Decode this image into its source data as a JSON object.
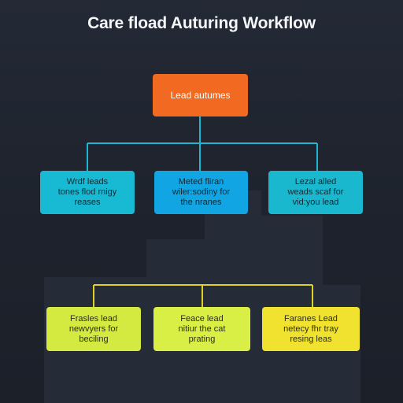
{
  "title": "Care ﬂoad Auturing Workflow",
  "root": {
    "label": "Lead autumes"
  },
  "tier2": [
    {
      "label": "Wrdf leads\ntones ﬂod rnigy\nreases"
    },
    {
      "label": "Meted ﬂiran\nwiler:sodiny for\nthe nranes"
    },
    {
      "label": "Lezal alled\nweads scaf for\nvid:you lead"
    }
  ],
  "tier3": [
    {
      "label": "Frasles lead\nnewvyers for\nbeciling"
    },
    {
      "label": "Feace lead\nnitiur the cat\nprating"
    },
    {
      "label": "Faranes Lead\nnetecy fhr tray\nresing leas"
    }
  ],
  "colors": {
    "background": "#1f2530",
    "root": "#f26a22",
    "tier2": "#17b9d3",
    "tier2_center": "#11a5e4",
    "tier3": "#d4ea41",
    "tier3_right": "#f1e22f",
    "connector_top": "#1fb6d1",
    "connector_bottom": "#e0d224"
  }
}
